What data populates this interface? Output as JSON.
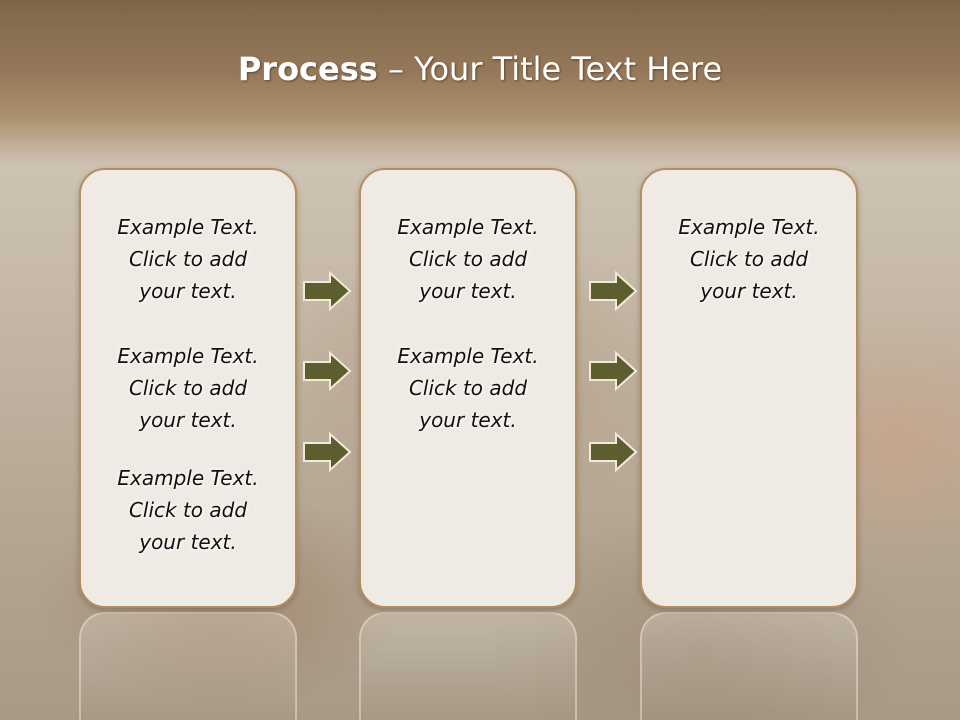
{
  "title": {
    "bold": "Process",
    "rest": " – Your Title Text Here"
  },
  "columns": [
    {
      "items": [
        {
          "l1": "Example Text.",
          "l2": "Click  to add",
          "l3": "your text."
        },
        {
          "l1": "Example Text.",
          "l2": "Click  to add",
          "l3": "your text."
        },
        {
          "l1": "Example Text.",
          "l2": "Click  to add",
          "l3": "your text."
        }
      ]
    },
    {
      "items": [
        {
          "l1": "Example Text.",
          "l2": "Click  to add",
          "l3": "your text."
        },
        {
          "l1": "Example Text.",
          "l2": "Click  to add",
          "l3": "your text."
        }
      ]
    },
    {
      "items": [
        {
          "l1": "Example Text.",
          "l2": "Click  to add",
          "l3": "your text."
        }
      ]
    }
  ],
  "colors": {
    "arrow_fill": "#5c5e30",
    "arrow_stroke": "#f2ead8",
    "box_border": "#b38f5f",
    "header": "#8a7050"
  },
  "icons": {
    "arrow": "right-arrow-icon"
  }
}
